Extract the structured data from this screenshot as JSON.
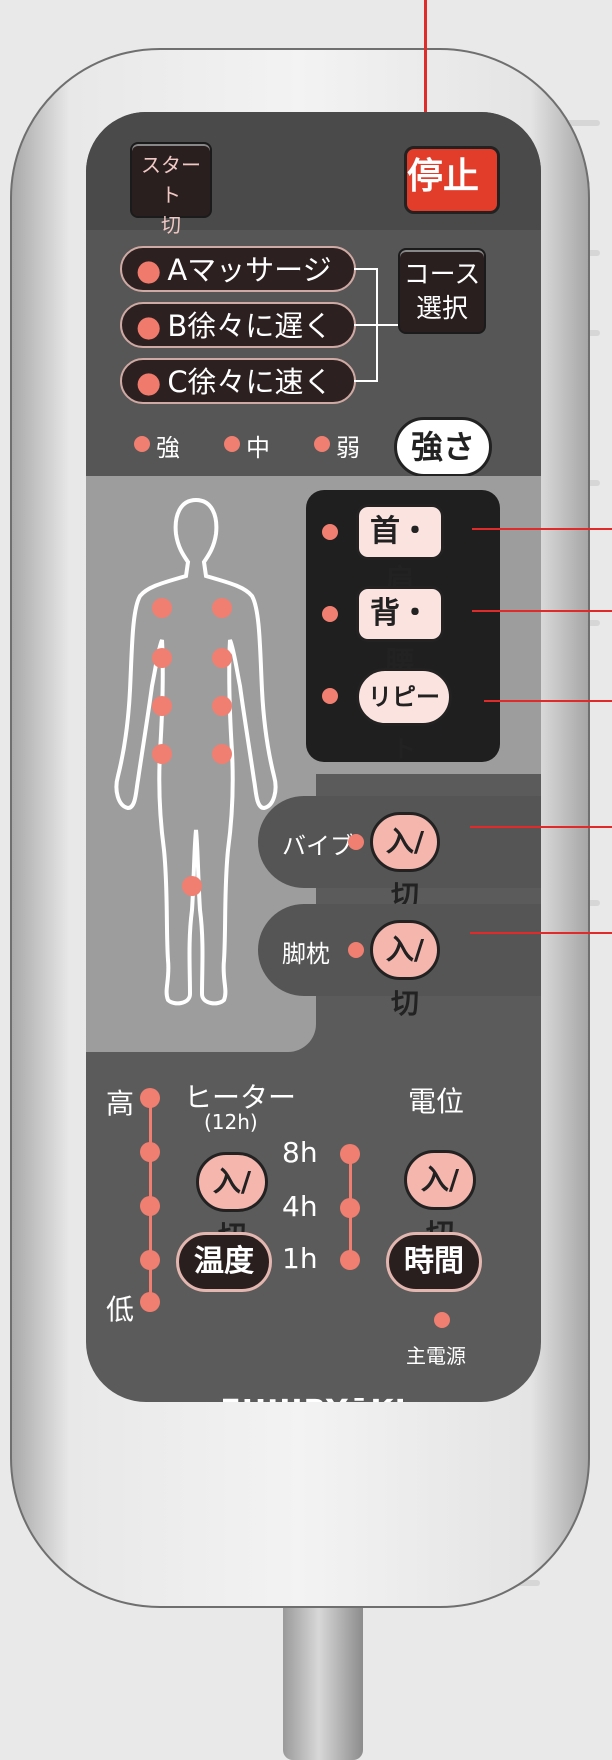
{
  "panel": {
    "start_label": [
      "スタート",
      "切"
    ],
    "stop_label": "停止",
    "courses": [
      {
        "label": "Aマッサージ"
      },
      {
        "label": "B徐々に遅く"
      },
      {
        "label": "C徐々に速く"
      }
    ],
    "course_select_label": [
      "コース",
      "選択"
    ],
    "strength_levels": [
      "強",
      "中",
      "弱"
    ],
    "strength_label": "強さ",
    "neck_shoulder_label": "首・肩",
    "back_waist_label": "背・腰",
    "repeat_label": "リピート",
    "vibe_label": "バイブ",
    "vibe_btn_label": "入/切",
    "leg_label": "脚枕",
    "leg_btn_label": "入/切",
    "heater_title": "ヒーター",
    "heater_sub": "(12h)",
    "heater_high": "高",
    "heater_low": "低",
    "heater_on_label": "入/切",
    "heater_temp_label": "温度",
    "potential_title": "電位",
    "potential_times": [
      "8h",
      "4h",
      "1h"
    ],
    "potential_on_label": "入/切",
    "potential_time_label": "時間",
    "main_power_label": "主電源",
    "brand": "FUJIIRYōKI"
  },
  "colors": {
    "indicator": "#f07f71",
    "stop_red": "#e23c2a",
    "leader_line": "#e02b2b"
  }
}
